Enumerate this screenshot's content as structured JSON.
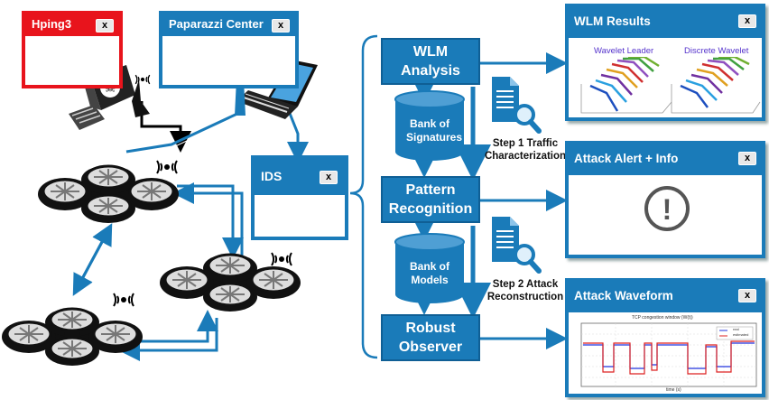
{
  "windows": {
    "hping": {
      "title": "Hping3",
      "close": "x"
    },
    "paparazzi": {
      "title": "Paparazzi Center",
      "close": "x"
    },
    "ids": {
      "title": "IDS",
      "close": "x"
    }
  },
  "pipeline": {
    "wlm": "WLM Analysis",
    "pattern": "Pattern Recognition",
    "observer": "Robust Observer",
    "bank_signatures": "Bank of Signatures",
    "bank_models": "Bank of Models",
    "step1": "Step 1 Traffic Characterization",
    "step2": "Step 2 Attack Reconstruction"
  },
  "results": {
    "wlm_results": {
      "title": "WLM Results",
      "close": "x",
      "panel1": "Wavelet Leader",
      "panel2": "Discrete Wavelet"
    },
    "alert": {
      "title": "Attack Alert + Info",
      "close": "x",
      "symbol": "!"
    },
    "waveform": {
      "title": "Attack Waveform",
      "close": "x",
      "plot_title": "TCP congestion window (W(t))",
      "legend": [
        "real",
        "estimated"
      ],
      "xlabel": "time (s)"
    }
  },
  "colors": {
    "blue": "#1a7bb9",
    "red": "#e8141c"
  }
}
